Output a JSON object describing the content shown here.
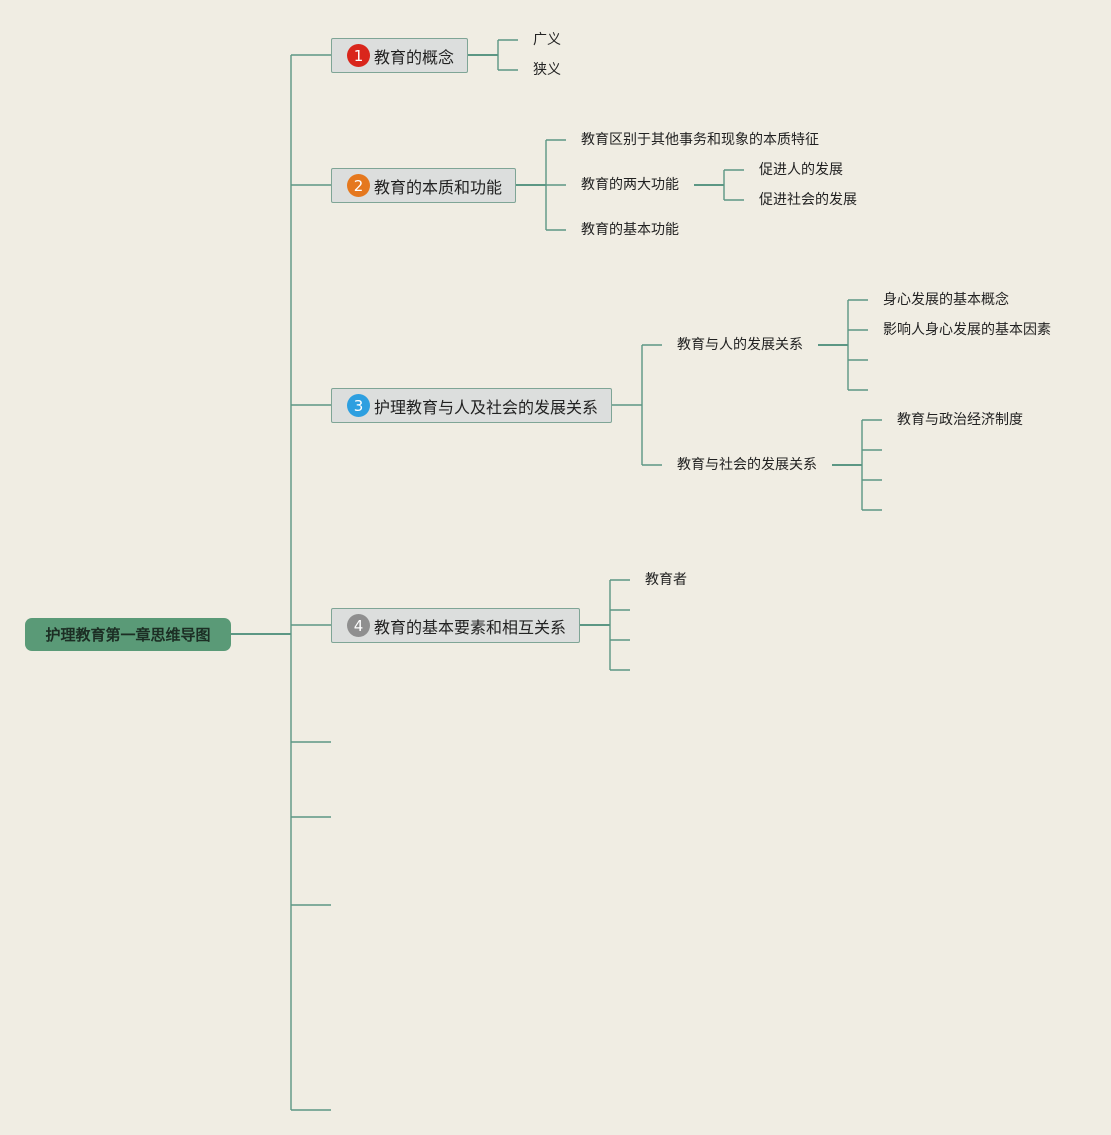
{
  "root": {
    "label": "护理教育第一章思维导图"
  },
  "topics": [
    {
      "badge": "1",
      "badge_color": "#d9261c",
      "label": "教育的概念",
      "children": [
        {
          "label": "广义"
        },
        {
          "label": "狭义"
        }
      ]
    },
    {
      "badge": "2",
      "badge_color": "#e5781e",
      "label": "教育的本质和功能",
      "children": [
        {
          "label": "教育区别于其他事务和现象的本质特征"
        },
        {
          "label": "教育的两大功能",
          "children": [
            {
              "label": "促进人的发展"
            },
            {
              "label": "促进社会的发展"
            }
          ]
        },
        {
          "label": "教育的基本功能"
        }
      ]
    },
    {
      "badge": "3",
      "badge_color": "#2d9fe0",
      "label": "护理教育与人及社会的发展关系",
      "children": [
        {
          "label": "教育与人的发展关系",
          "children": [
            {
              "label": "身心发展的基本概念"
            },
            {
              "label": "影响人身心发展的基本因素"
            },
            {
              "label": ""
            },
            {
              "label": ""
            }
          ]
        },
        {
          "label": "教育与社会的发展关系",
          "children": [
            {
              "label": "教育与政治经济制度"
            },
            {
              "label": ""
            },
            {
              "label": ""
            },
            {
              "label": ""
            }
          ]
        }
      ]
    },
    {
      "badge": "4",
      "badge_color": "#8f8f8f",
      "label": "教育的基本要素和相互关系",
      "children": [
        {
          "label": "教育者"
        },
        {
          "label": ""
        },
        {
          "label": ""
        },
        {
          "label": ""
        }
      ]
    }
  ]
}
